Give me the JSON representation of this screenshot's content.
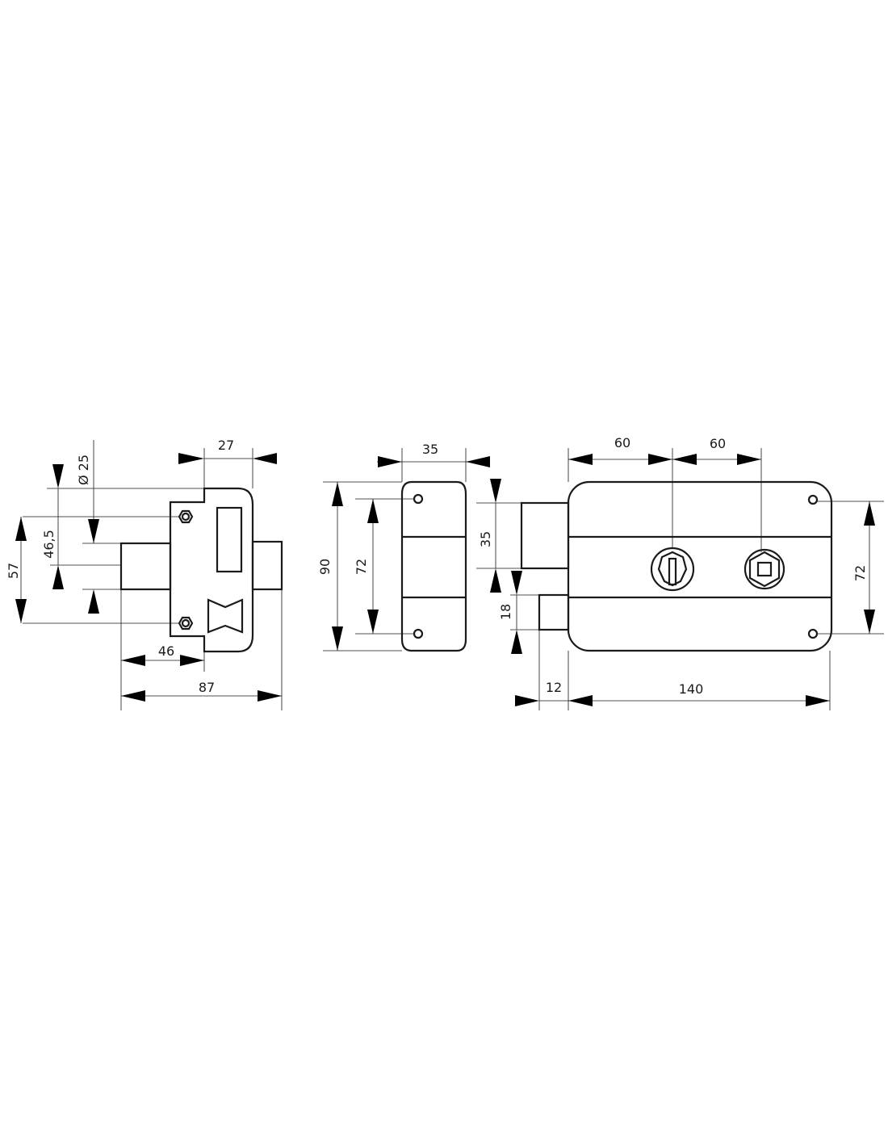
{
  "drawing": {
    "side_view": {
      "width_27": "27",
      "diameter_25": "Ø 25",
      "height_46_5": "46,5",
      "height_57": "57",
      "length_46": "46",
      "length_87": "87"
    },
    "strike_view": {
      "width_35": "35",
      "height_90": "90",
      "hole_spacing_72": "72"
    },
    "front_view": {
      "offset_60_a": "60",
      "offset_60_b": "60",
      "bolt_35": "35",
      "latch_18": "18",
      "hole_spacing_72": "72",
      "bolt_12": "12",
      "width_140": "140"
    }
  },
  "colors": {
    "line": "#1a1a1a",
    "background": "#ffffff"
  }
}
